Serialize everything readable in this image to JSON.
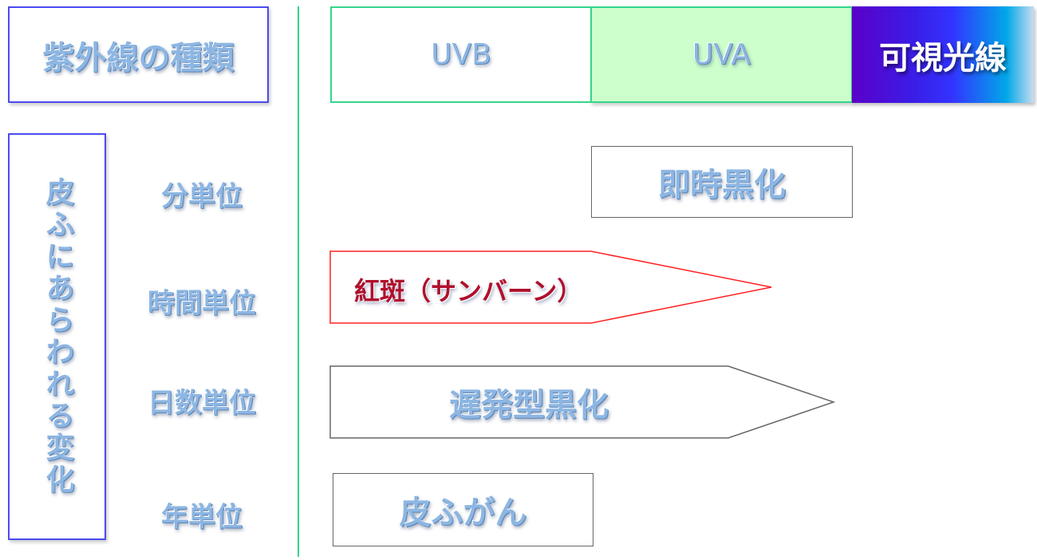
{
  "header": {
    "title": "紫外線の種類",
    "bands": [
      {
        "label": "UVB",
        "color": "#ffffff"
      },
      {
        "label": "UVA",
        "color": "#ccffcc"
      },
      {
        "label": "可視光線",
        "gradient": [
          "#5a00c8",
          "#3333ff",
          "#00a8e8",
          "#c8dcf0"
        ]
      }
    ]
  },
  "side": {
    "title": "皮ふにあらわれる変化",
    "rows": [
      {
        "time": "分単位",
        "effect": "即時黒化"
      },
      {
        "time": "時間単位",
        "effect": "紅斑（サンバーン）"
      },
      {
        "time": "日数単位",
        "effect": "遅発型黒化"
      },
      {
        "time": "年単位",
        "effect": "皮ふがん"
      }
    ]
  },
  "colors": {
    "frame_blue": "#4b4bf0",
    "divider_green": "#33d68a",
    "erythema_red": "#ff2020"
  }
}
